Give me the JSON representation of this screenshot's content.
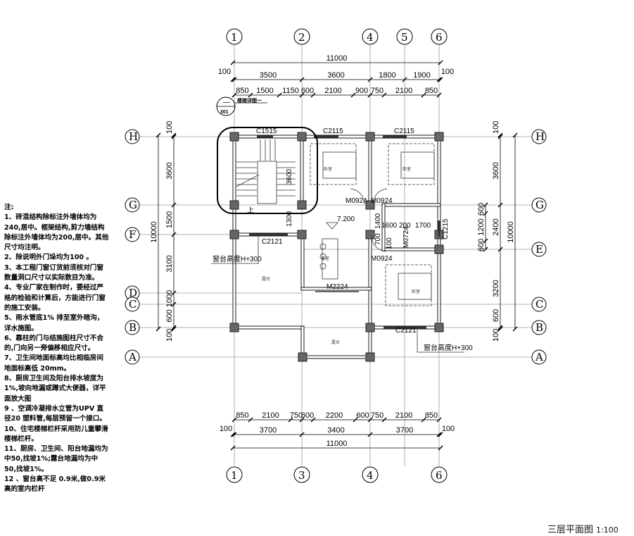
{
  "axes_columns_top": [
    "1",
    "2",
    "4",
    "5",
    "6"
  ],
  "axes_columns_bottom": [
    "1",
    "3",
    "4",
    "6"
  ],
  "axes_rows_left": [
    "H",
    "G",
    "F",
    "D",
    "C",
    "B",
    "A"
  ],
  "axes_rows_right": [
    "H",
    "G",
    "E",
    "C",
    "B",
    "A"
  ],
  "top_dims": {
    "total": "11000",
    "edge_left": "100",
    "edge_right": "100",
    "bays": [
      "3500",
      "3600",
      "1800",
      "1900"
    ],
    "details": [
      "850",
      "1500",
      "1150",
      "600",
      "2100",
      "900",
      "750",
      "2100",
      "850"
    ]
  },
  "bottom_dims": {
    "total": "11000",
    "edge_left": "100",
    "edge_right": "100",
    "bays": [
      "3700",
      "3400",
      "3700"
    ],
    "details": [
      "850",
      "2100",
      "750",
      "600",
      "2200",
      "600",
      "750",
      "2100",
      "850"
    ]
  },
  "left_dims": {
    "total": "10000",
    "top_edge": "100",
    "bottom_edge": "100",
    "bays": [
      "3600",
      "1500",
      "3100",
      "1000",
      "600"
    ]
  },
  "right_dims": {
    "total": "10000",
    "top_edge": "100",
    "bottom_edge": "100",
    "bays": [
      "3600",
      "2400",
      "3200",
      "600"
    ],
    "sub": [
      "600",
      "1200",
      "600"
    ]
  },
  "labels": {
    "stair_detail_ref_top": "—",
    "stair_detail_ref_bottom": "301",
    "stair_detail_label": "楼梯详图一",
    "window_c1515": "C1515",
    "window_c2115_a": "C2115",
    "window_c2115_b": "C2115",
    "window_c2121_a": "C2121",
    "window_c2121_b": "C2121",
    "window_c1215": "C1215",
    "door_m0924_a": "M0924",
    "door_m0924_b": "M0924",
    "door_m0924_c": "M0924",
    "door_m0724": "M0724",
    "door_m2224": "M2224",
    "sill_note_a": "窗台高度H+300",
    "sill_note_b": "窗台高度H+300",
    "elevation": "7.200",
    "stair_dim": "3600",
    "stair_dim2": "1300",
    "stair_up": "上",
    "bath_dims": [
      "1400",
      "1600",
      "200",
      "1700",
      "700",
      "100"
    ],
    "room_bed_1": "卧室",
    "room_bed_2": "卧室",
    "room_bed_3": "卧室",
    "room_tea": "茶室",
    "room_terrace_1": "露台",
    "room_terrace_2": "露台"
  },
  "notes": [
    "注:",
    "1、砖混结构除标注外墙体均为240,居中。框架结构,剪力墙结构除标注外墙体均为200,居中。其他尺寸均注明。",
    "2、除说明外门垛均为100 。",
    "3、本工程门窗订货前须核对门窗数量洞口尺寸以实际数目为准。",
    "4、专业厂家在制作时，要经过严格的检验和计算后，方能进行门窗的施工安装。",
    "5、雨水管底1% 排至室外暗沟，详水施图。",
    "6、靠柱的门与结施图柱尺寸不合的,门向另一旁偏移相应尺寸。",
    "7、卫生间地面标高均比相临房间地面标高低 20mm。",
    "8、厨房卫生间及阳台排水坡度为1%,坡向地漏或蹲式大便器，详平面放大图",
    "9 、空调冷凝排水立管为UPV 直径20 塑料管,每层预留一个接口。",
    "10、住宅楼梯栏杆采用防儿童攀滑楼梯栏杆。",
    "11、厨房、卫生间、阳台地漏均为中50,找坡1%;露台地漏均为中50,找坡1%。",
    "12 、窗台高不足 0.9米,做0.9米高的室内栏杆"
  ],
  "title": {
    "text": "三层平面图",
    "scale": "1:100"
  }
}
